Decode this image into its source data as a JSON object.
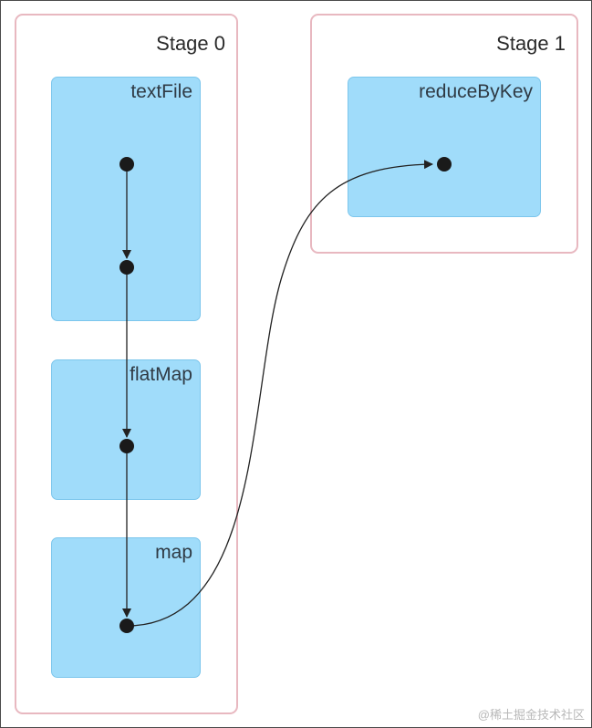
{
  "stages": [
    {
      "label": "Stage 0"
    },
    {
      "label": "Stage 1"
    }
  ],
  "rdds": {
    "textFile": "textFile",
    "flatMap": "flatMap",
    "map": "map",
    "reduceByKey": "reduceByKey"
  },
  "colors": {
    "stage_border": "#e8b8c0",
    "rdd_fill": "#a0dcfa",
    "node": "#1a1a1a",
    "edge": "#222222"
  },
  "watermark": "@稀土掘金技术社区"
}
